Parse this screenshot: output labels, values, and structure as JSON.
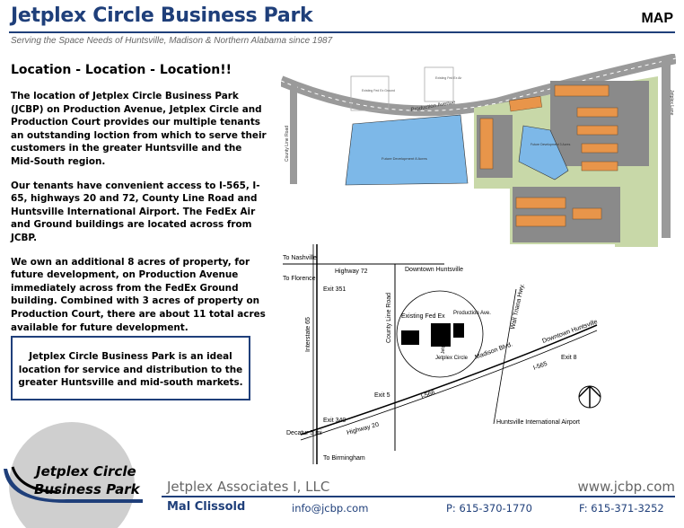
{
  "header": {
    "title": "Jetplex Circle Business Park",
    "section": "MAP",
    "tagline": "Serving the Space Needs of Huntsville, Madison & Northern Alabama since 1987"
  },
  "content": {
    "heading": "Location - Location  - Location!!",
    "paragraphs": [
      "The location of Jetplex Circle Business Park (JCBP) on Production Avenue, Jetplex Circle and Production Court provides our multiple tenants an outstanding loction from which to serve their customers in the greater Huntsville and the Mid-South region.",
      "Our tenants have convenient access to I-565, I-65, highways 20 and 72, County Line Road and Huntsville International Airport.  The FedEx Air and Ground buildings are located across from JCBP.",
      "We own an additional 8 acres of property, for future development, on Production Avenue immediately across from the FedEx Ground building.  Combined with 3 acres of property on Production Court, there are about 11 total acres available for future development."
    ],
    "callout": "Jetplex Circle Business Park is an ideal location for service and distribution to the greater Huntsville and mid-south markets."
  },
  "site_plan": {
    "road_production_ave": "Production Avenue",
    "road_county_line": "County Line Road",
    "road_jetplex": "Jetplex Lane",
    "label_existing_fedex_air": "Existing Fed Ex Air",
    "label_existing_fedex_ground": "Existing Fed Ex Ground",
    "label_future_dev_1": "Future Development 8 Acres",
    "label_future_dev_2": "Future Development 3 Acres"
  },
  "road_map": {
    "to_nashville": "To Nashville",
    "highway_72": "Highway 72",
    "downtown_huntsville_top": "Downtown Huntsville",
    "to_florence": "To Florence",
    "exit_351": "Exit 351",
    "interstate_65": "Interstate 65",
    "county_line_road": "County Line Road",
    "existing_fedex": "Existing Fed Ex",
    "production_ave": "Production Ave.",
    "jetplex_lane": "Jetplex Lane",
    "jetplex_circle": "Jetplex Circle",
    "madison_blvd": "Madison Blvd.",
    "wall_triana": "Wall Triana Hwy.",
    "downtown_huntsville_right": "Downtown Huntsville",
    "i565_right": "I-565",
    "exit_8": "Exit 8",
    "i566": "I-566",
    "exit_5": "Exit 5",
    "exit_340": "Exit 340",
    "highway_20": "Highway 20",
    "decatur": "Decatur 5 mi",
    "airport": "Huntsville International Airport",
    "to_birmingham": "To Birmingham"
  },
  "logo": {
    "line1": "Jetplex Circle",
    "line2": "Business Park"
  },
  "footer": {
    "company": "Jetplex Associates I, LLC",
    "website": "www.jcbp.com",
    "name": "Mal Clissold",
    "email": "info@jcbp.com",
    "phone": "P: 615-370-1770",
    "fax": "F: 615-371-3252"
  },
  "colors": {
    "brand_blue": "#1f3f7a",
    "building_orange": "#e8954a",
    "future_blue": "#7db8e8",
    "parking_gray": "#8a8a8a",
    "grass_green": "#c8d8a8"
  }
}
